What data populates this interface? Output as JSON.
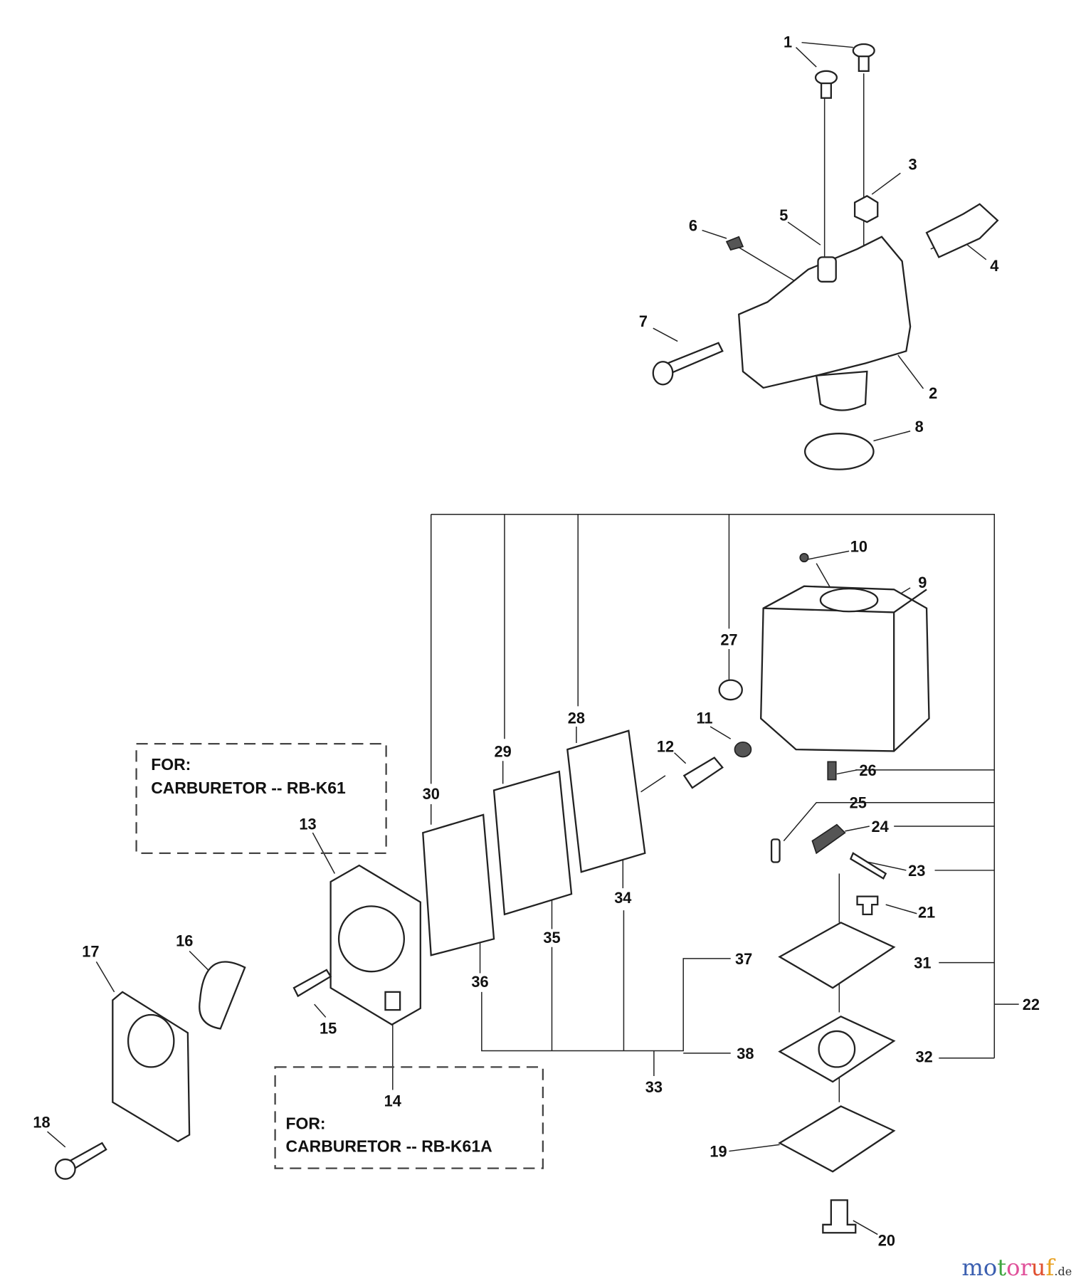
{
  "notes": [
    {
      "line1": "FOR:",
      "line2": "CARBURETOR -- RB-K61"
    },
    {
      "line1": "FOR:",
      "line2": "CARBURETOR -- RB-K61A"
    }
  ],
  "labels": [
    "1",
    "2",
    "3",
    "4",
    "5",
    "6",
    "7",
    "8",
    "9",
    "10",
    "11",
    "12",
    "13",
    "14",
    "15",
    "16",
    "17",
    "18",
    "19",
    "20",
    "21",
    "22",
    "23",
    "24",
    "25",
    "26",
    "27",
    "28",
    "29",
    "30",
    "31",
    "32",
    "33",
    "34",
    "35",
    "36",
    "37",
    "38"
  ],
  "watermark": {
    "text": "motoruf",
    "suffix": ".de",
    "colors": [
      "#3b5fb0",
      "#3fa53f",
      "#e0509a",
      "#e05030",
      "#e8a020"
    ]
  }
}
